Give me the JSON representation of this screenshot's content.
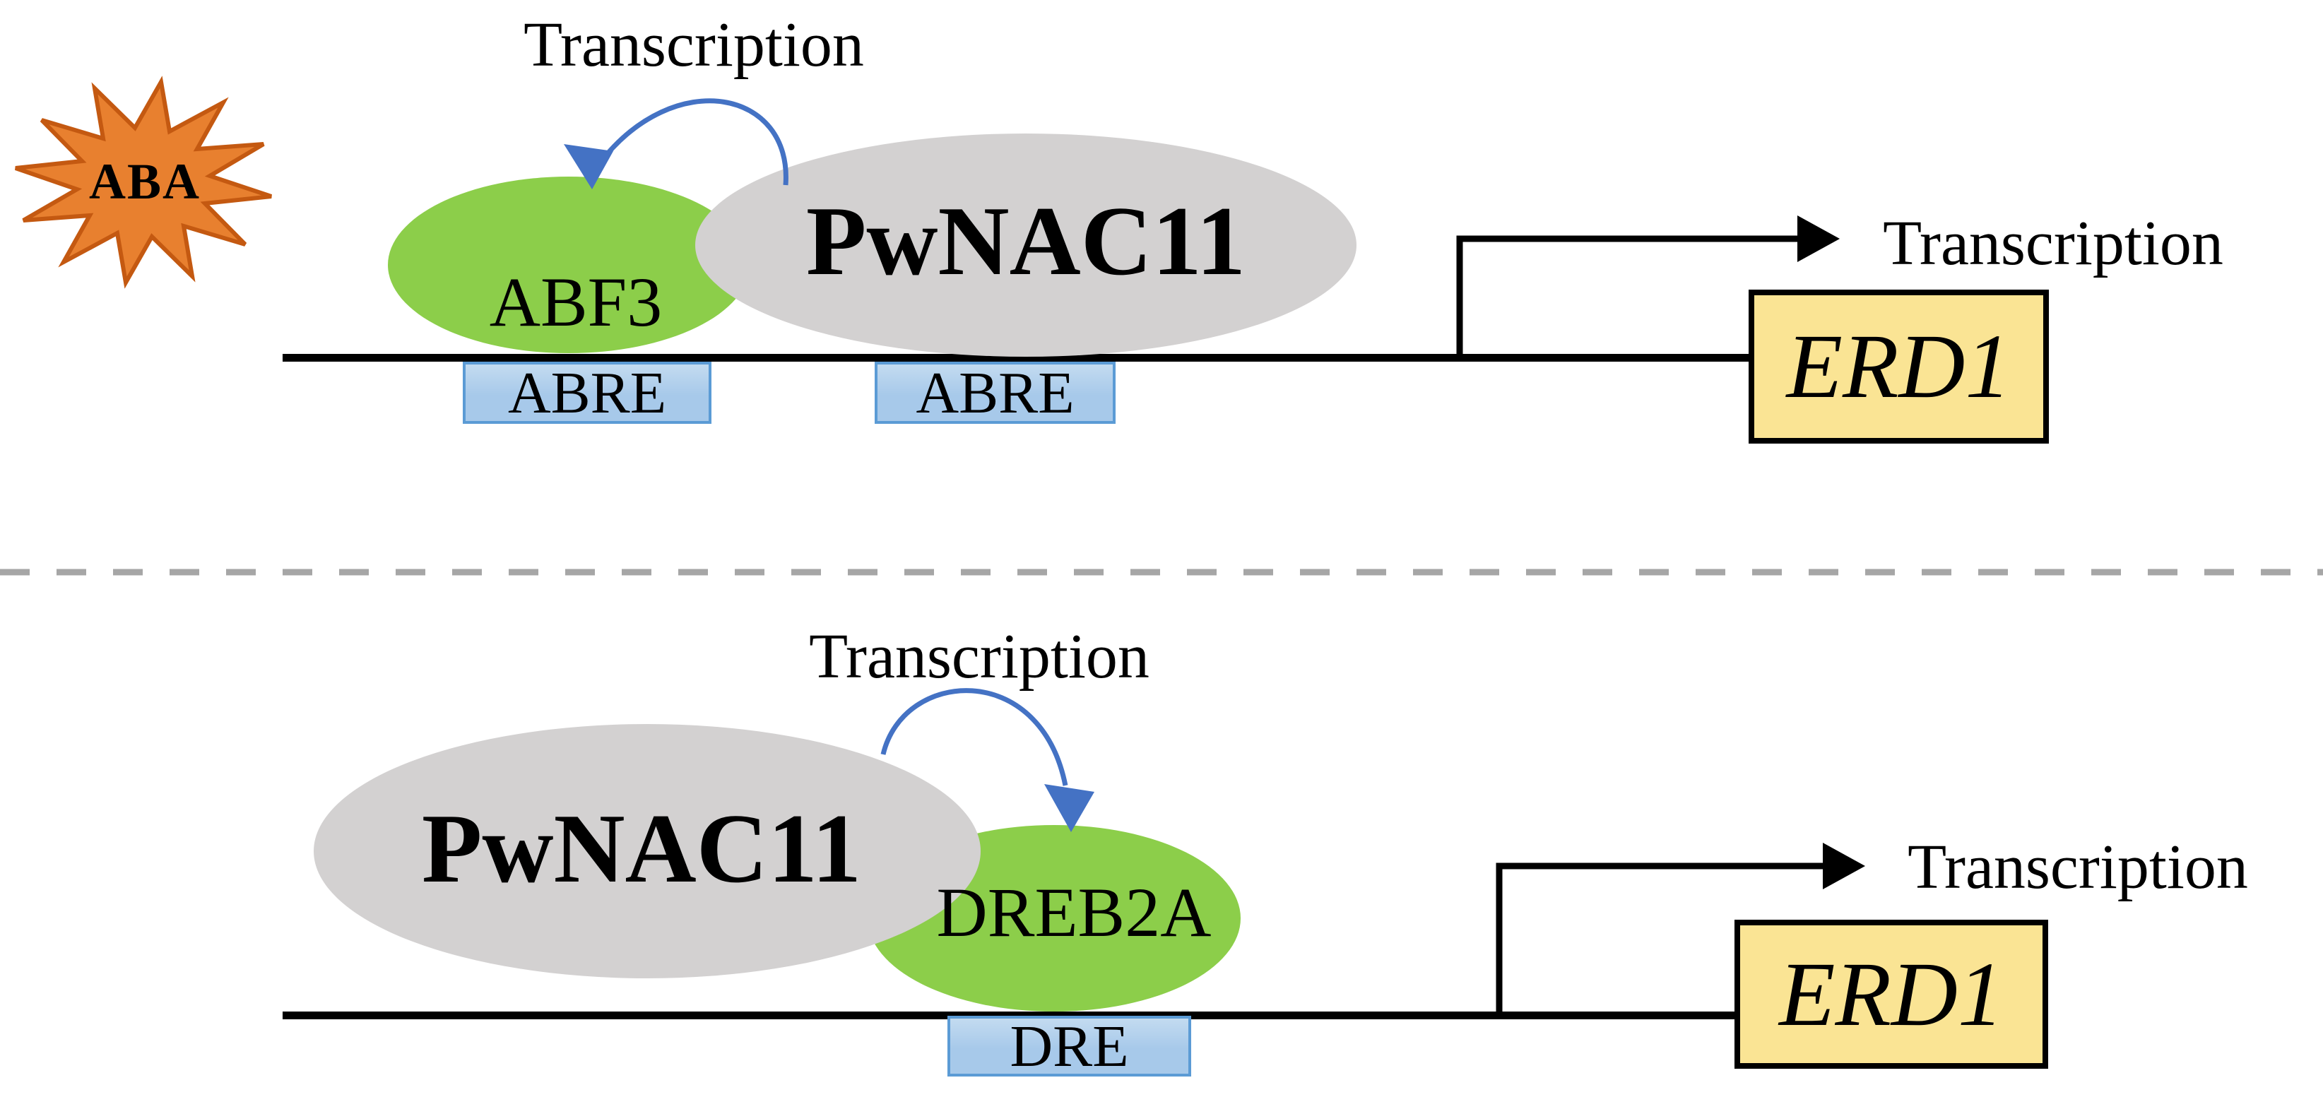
{
  "figure": {
    "description_note": "",
    "panels": {
      "top": {
        "aba_label": "ABA",
        "feedback_transcription_label": "Transcription",
        "abf3_label": "ABF3",
        "pwnac11_label": "PwNAC11",
        "abre_site_1_label": "ABRE",
        "abre_site_2_label": "ABRE",
        "output_transcription_label": "Transcription",
        "gene_label": "ERD1"
      },
      "bottom": {
        "feedback_transcription_label": "Transcription",
        "pwnac11_label": "PwNAC11",
        "dreb2a_label": "DREB2A",
        "dre_site_label": "DRE",
        "output_transcription_label": "Transcription",
        "gene_label": "ERD1"
      }
    },
    "colors": {
      "aba_star_fill": "#E8802F",
      "aba_star_border": "#C45911",
      "transcription_factor_green": "#8CCE4A",
      "pwnac11_gray": "#D3D1D1",
      "cis_element_box_fill": "#A7C9EA",
      "cis_element_box_border": "#5B9BD5",
      "gene_box_fill": "#FAE494",
      "gene_box_border": "#000000",
      "feedback_arrow_blue": "#4472C4",
      "dna_line_black": "#000000",
      "panel_divider_gray": "#A6A6A6"
    }
  }
}
